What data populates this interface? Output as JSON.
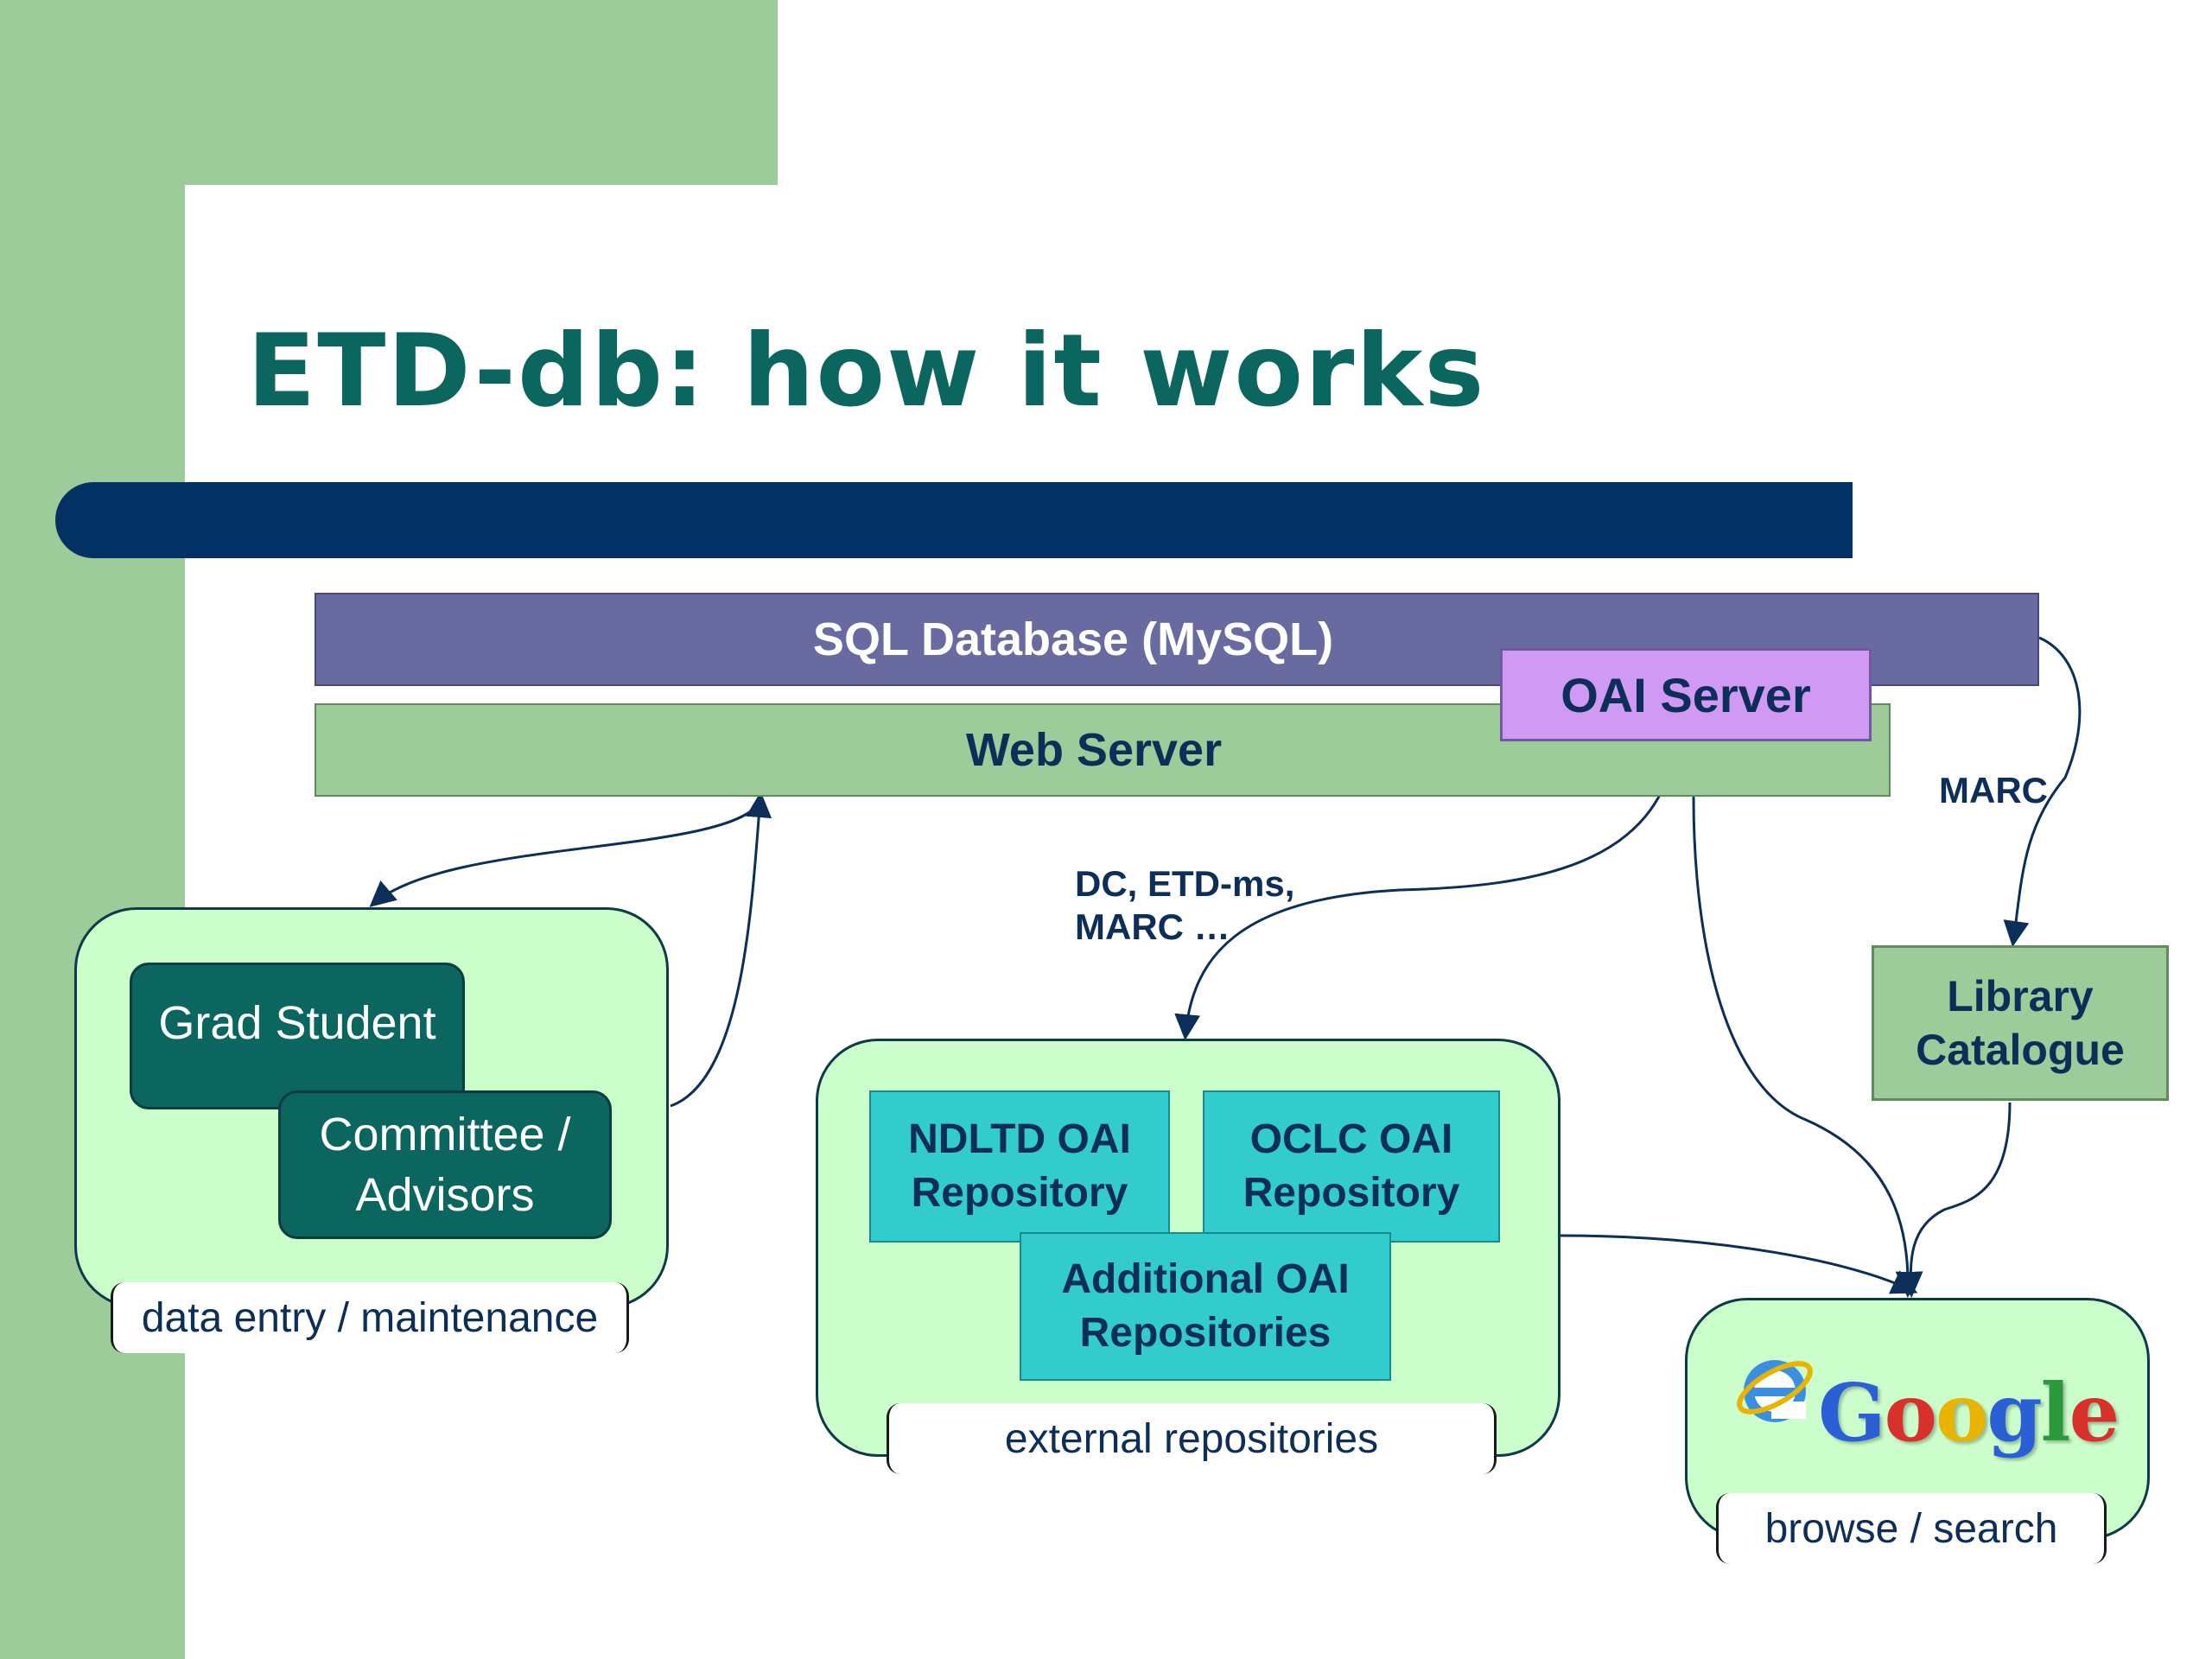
{
  "title": "ETD-db: how it works",
  "servers": {
    "database": "SQL Database (MySQL)",
    "web_server": "Web Server",
    "oai_server": "OAI Server"
  },
  "users": {
    "grad_student": "Grad Student",
    "committee_line1": "Committee /",
    "committee_line2": "Advisors",
    "caption": "data entry / maintenance"
  },
  "repositories": {
    "ndltd_line1": "NDLTD OAI",
    "ndltd_line2": "Repository",
    "oclc_line1": "OCLC OAI",
    "oclc_line2": "Repository",
    "additional_line1": "Additional OAI",
    "additional_line2": "Repositories",
    "caption": "external repositories"
  },
  "library": {
    "line1": "Library",
    "line2": "Catalogue"
  },
  "search": {
    "google_letters": [
      "G",
      "o",
      "o",
      "g",
      "l",
      "e"
    ],
    "caption": "browse / search",
    "ie_icon": "internet-explorer-icon"
  },
  "labels": {
    "dc_line1": "DC, ETD-ms,",
    "dc_line2": "MARC …",
    "marc": "MARC"
  },
  "colors": {
    "title": "#0c6660",
    "title_bar": "#043164",
    "database": "#686aa0",
    "web_server": "#9dcc9a",
    "oai_server": "#d09af4",
    "group_fill": "#ccfecc",
    "role_box": "#0c6660",
    "repository": "#33cccc"
  }
}
